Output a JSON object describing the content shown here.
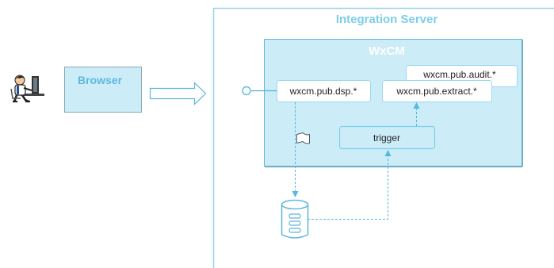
{
  "diagram": {
    "server_label": "Integration Server",
    "wxcm_label": "WxCM",
    "browser_label": "Browser",
    "nodes": {
      "dsp": "wxcm.pub.dsp.*",
      "extract": "wxcm.pub.extract.*",
      "audit": "wxcm.pub.audit.*",
      "trigger": "trigger"
    },
    "icons": {
      "user": "user-at-computer-icon",
      "document": "document-icon",
      "database": "database-icon",
      "port": "port-circle-icon",
      "block_arrow": "right-block-arrow-icon"
    },
    "colors": {
      "frame_blue": "#9ad3e6",
      "title_blue": "#7ccfe8",
      "box_fill": "#ccecf8",
      "box_stroke": "#5fb7dc",
      "node_stroke": "#7fd0ec",
      "node_text": "#222222",
      "connector": "#4fb0d6",
      "dashed": "#55b8e0"
    }
  }
}
